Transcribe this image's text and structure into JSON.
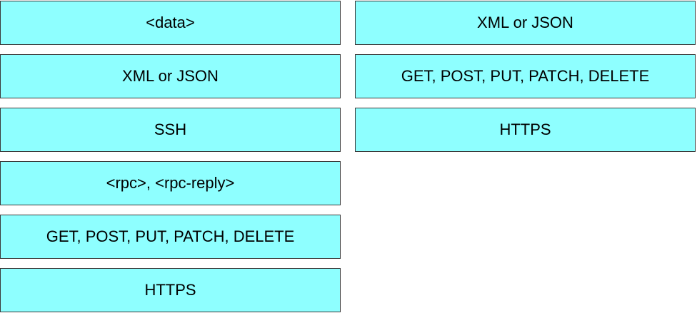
{
  "colors": {
    "tile_fill": "#8effff",
    "tile_border": "#3a3a3a",
    "text": "#000000",
    "background": "#ffffff"
  },
  "left_column": {
    "items": [
      {
        "label": "<data>"
      },
      {
        "label": "XML or JSON"
      },
      {
        "label": "SSH"
      },
      {
        "label": "<rpc>, <rpc-reply>"
      },
      {
        "label": "GET, POST, PUT, PATCH, DELETE"
      },
      {
        "label": "HTTPS"
      }
    ]
  },
  "right_column": {
    "items": [
      {
        "label": "XML or JSON"
      },
      {
        "label": "GET, POST, PUT, PATCH, DELETE"
      },
      {
        "label": "HTTPS"
      }
    ]
  }
}
